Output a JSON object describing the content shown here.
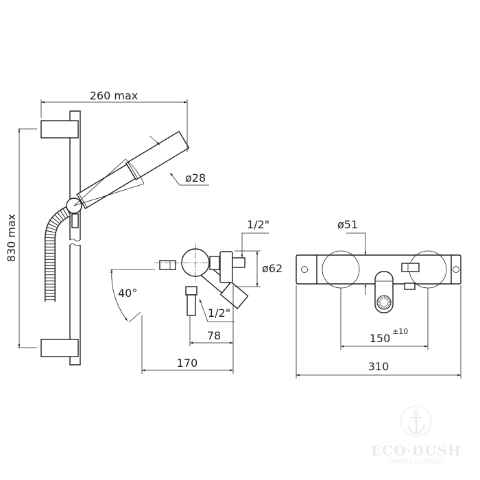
{
  "drawing": {
    "left_view": {
      "width_label": "260 max",
      "height_label": "830 max",
      "diameter_label": "ø28"
    },
    "middle_view": {
      "inlet_top_label": "1/2\"",
      "flange_diameter_label": "ø62",
      "outlet_label": "1/2\"",
      "angle_label": "40°",
      "depth_78_label": "78",
      "depth_170_label": "170"
    },
    "right_view": {
      "knob_diameter_label": "ø51",
      "spacing_label": "150",
      "spacing_tolerance": "±10",
      "width_label": "310"
    }
  },
  "watermark": {
    "brand": "ECO·DUSH",
    "tagline": "IMPORT COMPANY",
    "icon": "anchor-icon"
  }
}
